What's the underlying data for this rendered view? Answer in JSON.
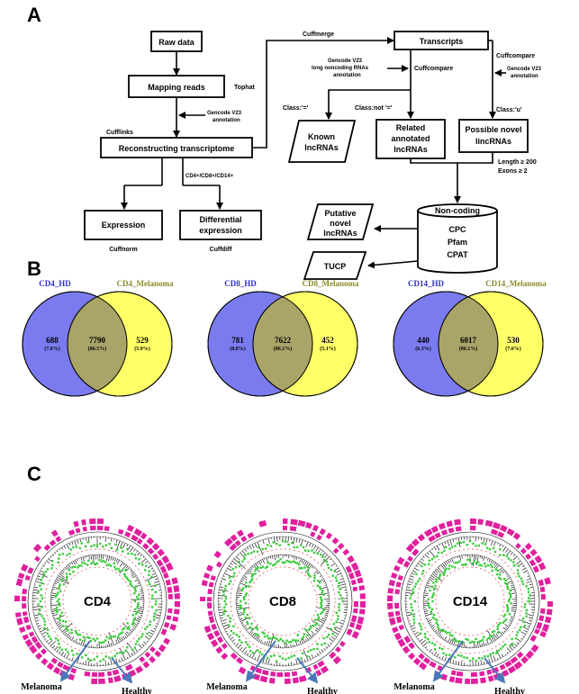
{
  "panels": {
    "a": "A",
    "b": "B",
    "c": "C"
  },
  "flow": {
    "raw_data": "Raw data",
    "mapping_reads": "Mapping reads",
    "tophat": "Tophat",
    "gencode_v23": "Gencode V23",
    "annotation": "annotation",
    "cufflinks": "Cufflinks",
    "reconstructing": "Reconstructing transcriptome",
    "cell_types": "CD4+/CD8+/CD14+",
    "expression": "Expression",
    "differential_1": "Differential",
    "differential_2": "expression",
    "cuffnorm": "Cuffnorm",
    "cuffdiff": "Cuffdiff",
    "cuffmerge": "Cuffmerge",
    "transcripts": "Transcripts",
    "gencode_lnc_1": "Gencode V23",
    "gencode_lnc_2": "long noncoding RNAs",
    "gencode_lnc_3": "annotation",
    "cuffcompare_1": "Cuffcompare",
    "cuffcompare_2": "Cuffcompare",
    "gencode_v23_b": "Gencode V23",
    "annotation_b": "annotation",
    "class_eq": "Class:'='",
    "class_not": "Class:not '='",
    "class_u": "Class:'u'",
    "known_1": "Known",
    "known_2": "lncRNAs",
    "related_1": "Related",
    "related_2": "annotated",
    "related_3": "lncRNAs",
    "possible_1": "Possible novel",
    "possible_2": "lincRNAs",
    "length": "Length ≥  200",
    "exons": "Exons ≥  2",
    "noncoding": "Non-coding",
    "cpc": "CPC",
    "pfam": "Pfam",
    "cpat": "CPAT",
    "putative_1": "Putative",
    "putative_2": "novel",
    "putative_3": "lncRNAs",
    "tucp": "TUCP"
  },
  "venns": [
    {
      "left_title": "CD4_HD",
      "right_title": "CD4_Melanoma",
      "left_n": "688",
      "left_p": "(7.6%)",
      "mid_n": "7790",
      "mid_p": "(86.5%)",
      "right_n": "529",
      "right_p": "(5.9%)"
    },
    {
      "left_title": "CD8_HD",
      "right_title": "CD8_Melanoma",
      "left_n": "781",
      "left_p": "(8.8%)",
      "mid_n": "7622",
      "mid_p": "(86.1%)",
      "right_n": "452",
      "right_p": "(5.1%)"
    },
    {
      "left_title": "CD14_HD",
      "right_title": "CD14_Melanoma",
      "left_n": "440",
      "left_p": "(6.3%)",
      "mid_n": "6017",
      "mid_p": "(86.1%)",
      "right_n": "530",
      "right_p": "(7.6%)"
    }
  ],
  "circos": [
    {
      "label": "CD4",
      "melanoma": "Melanoma",
      "healthy": "Healthy"
    },
    {
      "label": "CD8",
      "melanoma": "Melanoma",
      "healthy": "Healthy"
    },
    {
      "label": "CD14",
      "melanoma": "Melanoma",
      "healthy": "Healthy"
    }
  ],
  "colors": {
    "venn_left": "#7B7BF0",
    "venn_right": "#FFFF66",
    "venn_overlap": "#A9A468",
    "left_title": "#2E2ECC",
    "right_title": "#8C8A2A",
    "magenta": "#E0209E",
    "green": "#3CCB3C",
    "arrow": "#4A78B8"
  }
}
